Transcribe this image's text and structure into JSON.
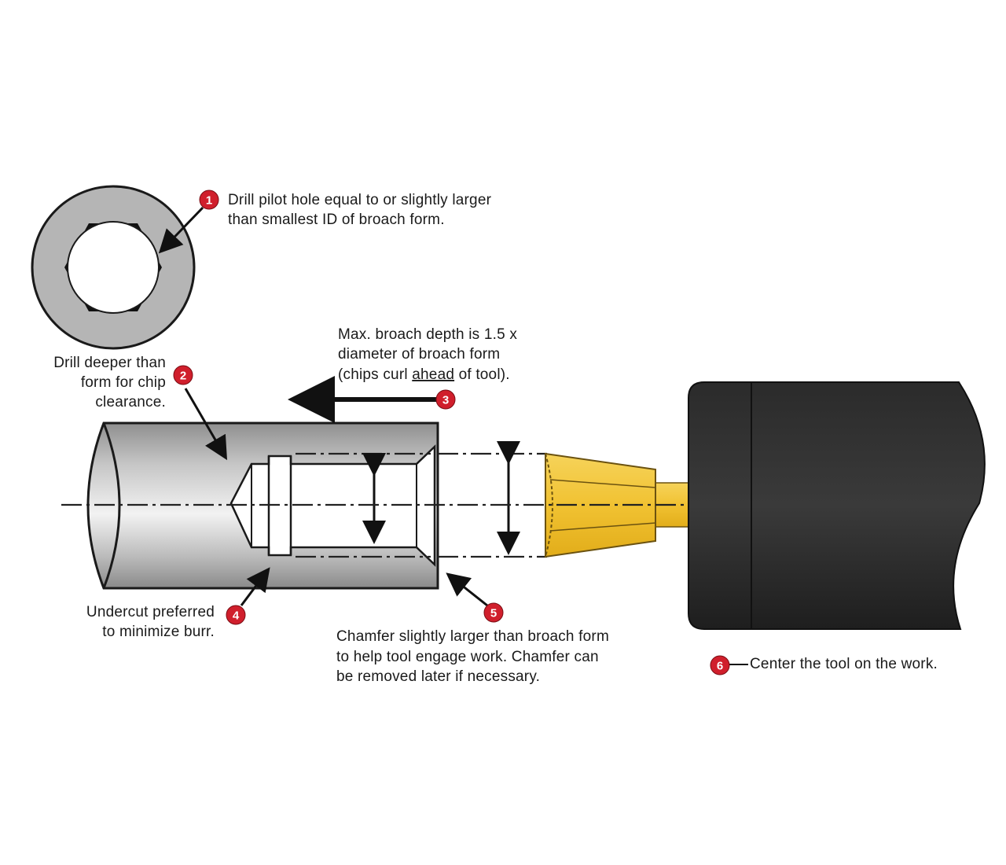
{
  "colors": {
    "badge": "#d01f2c",
    "workpiece": "#a9a9a9",
    "tool_gold": "#f1c232",
    "holder": "#222222",
    "line": "#111111"
  },
  "callouts": [
    {
      "number": "1",
      "lines": [
        "Drill pilot hole equal to or slightly larger",
        "than smallest ID of broach form."
      ]
    },
    {
      "number": "2",
      "lines": [
        "Drill deeper than",
        "form for chip",
        "clearance."
      ]
    },
    {
      "number": "3",
      "lines": [
        "Max. broach depth is 1.5 x",
        "diameter of broach form"
      ],
      "line3_before": "(chips curl ",
      "line3_underlined": "ahead",
      "line3_after": " of tool)."
    },
    {
      "number": "4",
      "lines": [
        "Undercut preferred",
        "to minimize burr."
      ]
    },
    {
      "number": "5",
      "lines": [
        "Chamfer slightly larger than broach form",
        "to help tool engage work. Chamfer can",
        "be removed later if necessary."
      ]
    },
    {
      "number": "6",
      "lines": [
        "Center the tool on the work."
      ]
    }
  ]
}
